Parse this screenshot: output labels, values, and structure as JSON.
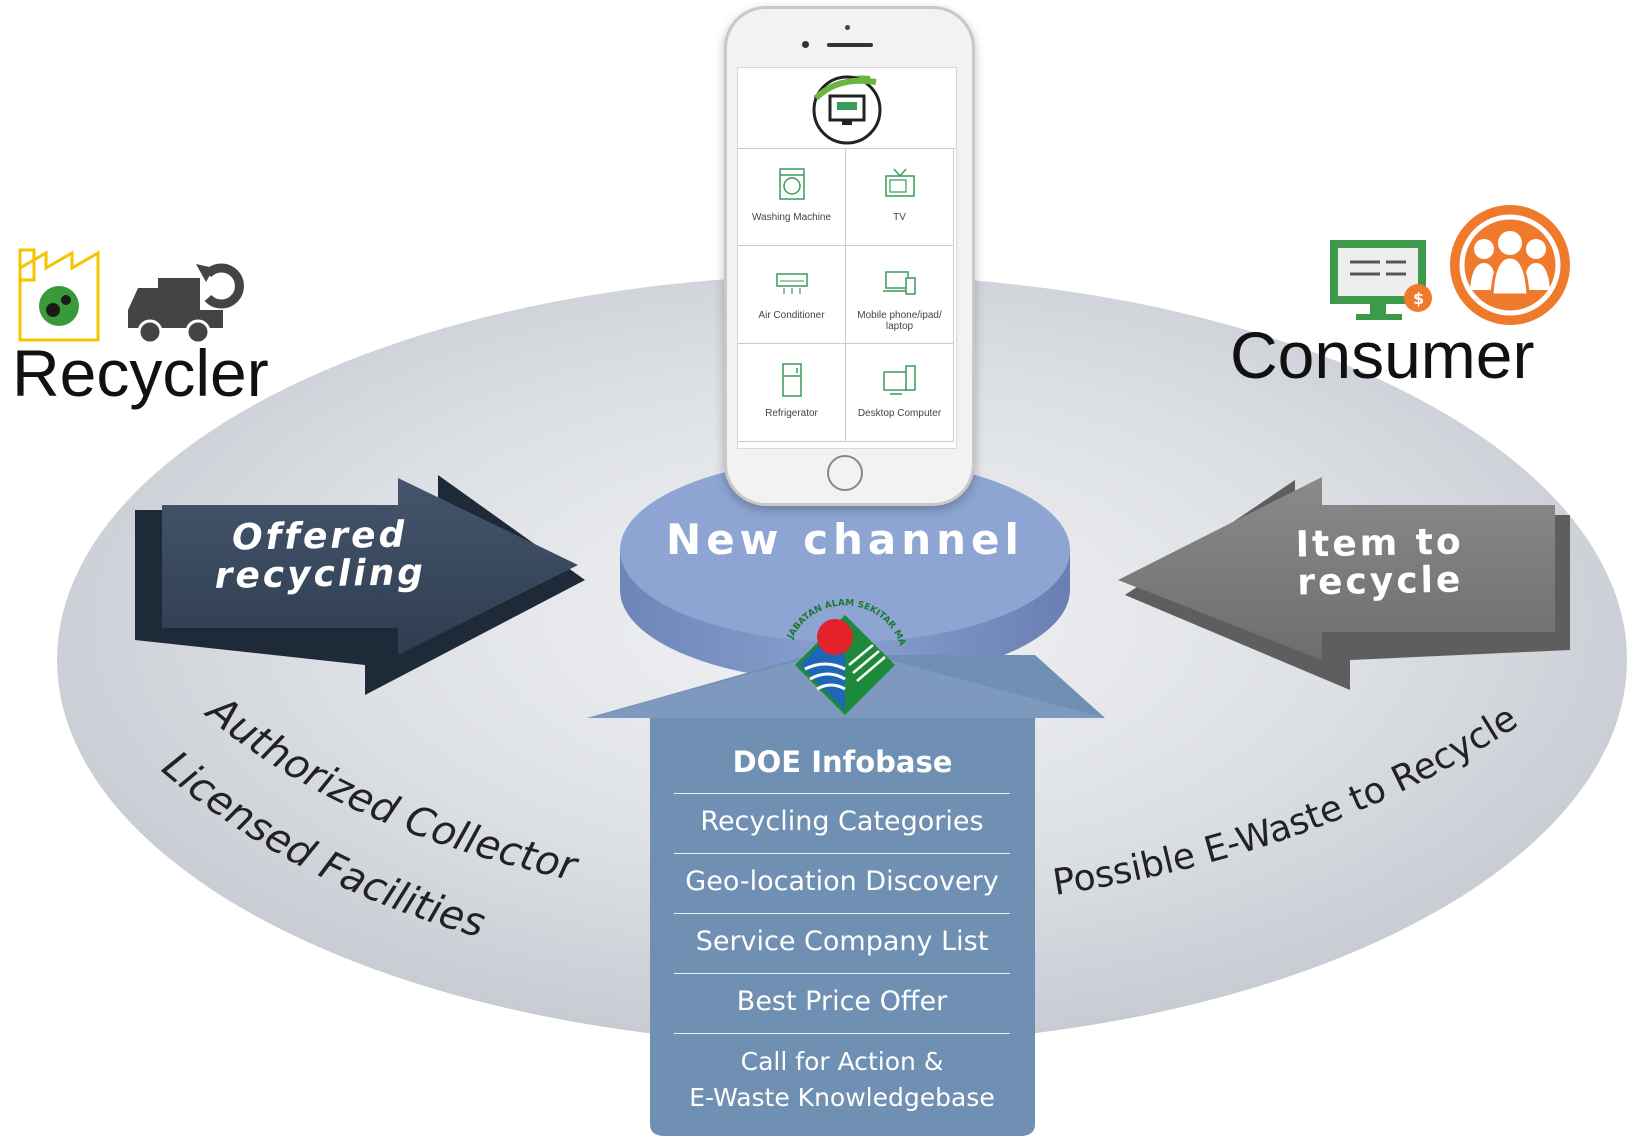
{
  "roles": {
    "recycler_label": "Recycler",
    "consumer_label": "Consumer"
  },
  "arrows": {
    "left_line1": "Offered",
    "left_line2": "recycling",
    "right_line1": "Item to",
    "right_line2": "recycle"
  },
  "center": {
    "channel_label": "New channel",
    "logo_text": "JABATAN ALAM SEKITAR MALAYSIA"
  },
  "curved_labels": {
    "left_outer": "Authorized Collector",
    "left_inner": "Licensed Facilities",
    "right": "Possible E-Waste to Recycle"
  },
  "infobase": {
    "title": "DOE Infobase",
    "items": [
      "Recycling Categories",
      "Geo-location Discovery",
      "Service Company List",
      "Best Price Offer"
    ],
    "last_item_line1": "Call for Action &",
    "last_item_line2": "E-Waste Knowledgebase"
  },
  "phone_app": {
    "categories": [
      {
        "label": "Washing Machine",
        "icon": "washing-machine-icon"
      },
      {
        "label": "TV",
        "icon": "tv-icon"
      },
      {
        "label": "Air Conditioner",
        "icon": "air-conditioner-icon"
      },
      {
        "label": "Mobile phone/ipad/ laptop",
        "icon": "devices-icon"
      },
      {
        "label": "Refrigerator",
        "icon": "refrigerator-icon"
      },
      {
        "label": "Desktop Computer",
        "icon": "desktop-computer-icon"
      }
    ]
  },
  "colors": {
    "ellipse_gray": "#c9ccd2",
    "left_arrow": "#3a4a60",
    "right_arrow": "#808080",
    "disc_top": "#8ea5d4",
    "infobase_panel": "#6f8fb3",
    "app_green": "#3a9a5c",
    "consumer_orange": "#f07a2c",
    "recycler_yellow": "#f5c400"
  }
}
